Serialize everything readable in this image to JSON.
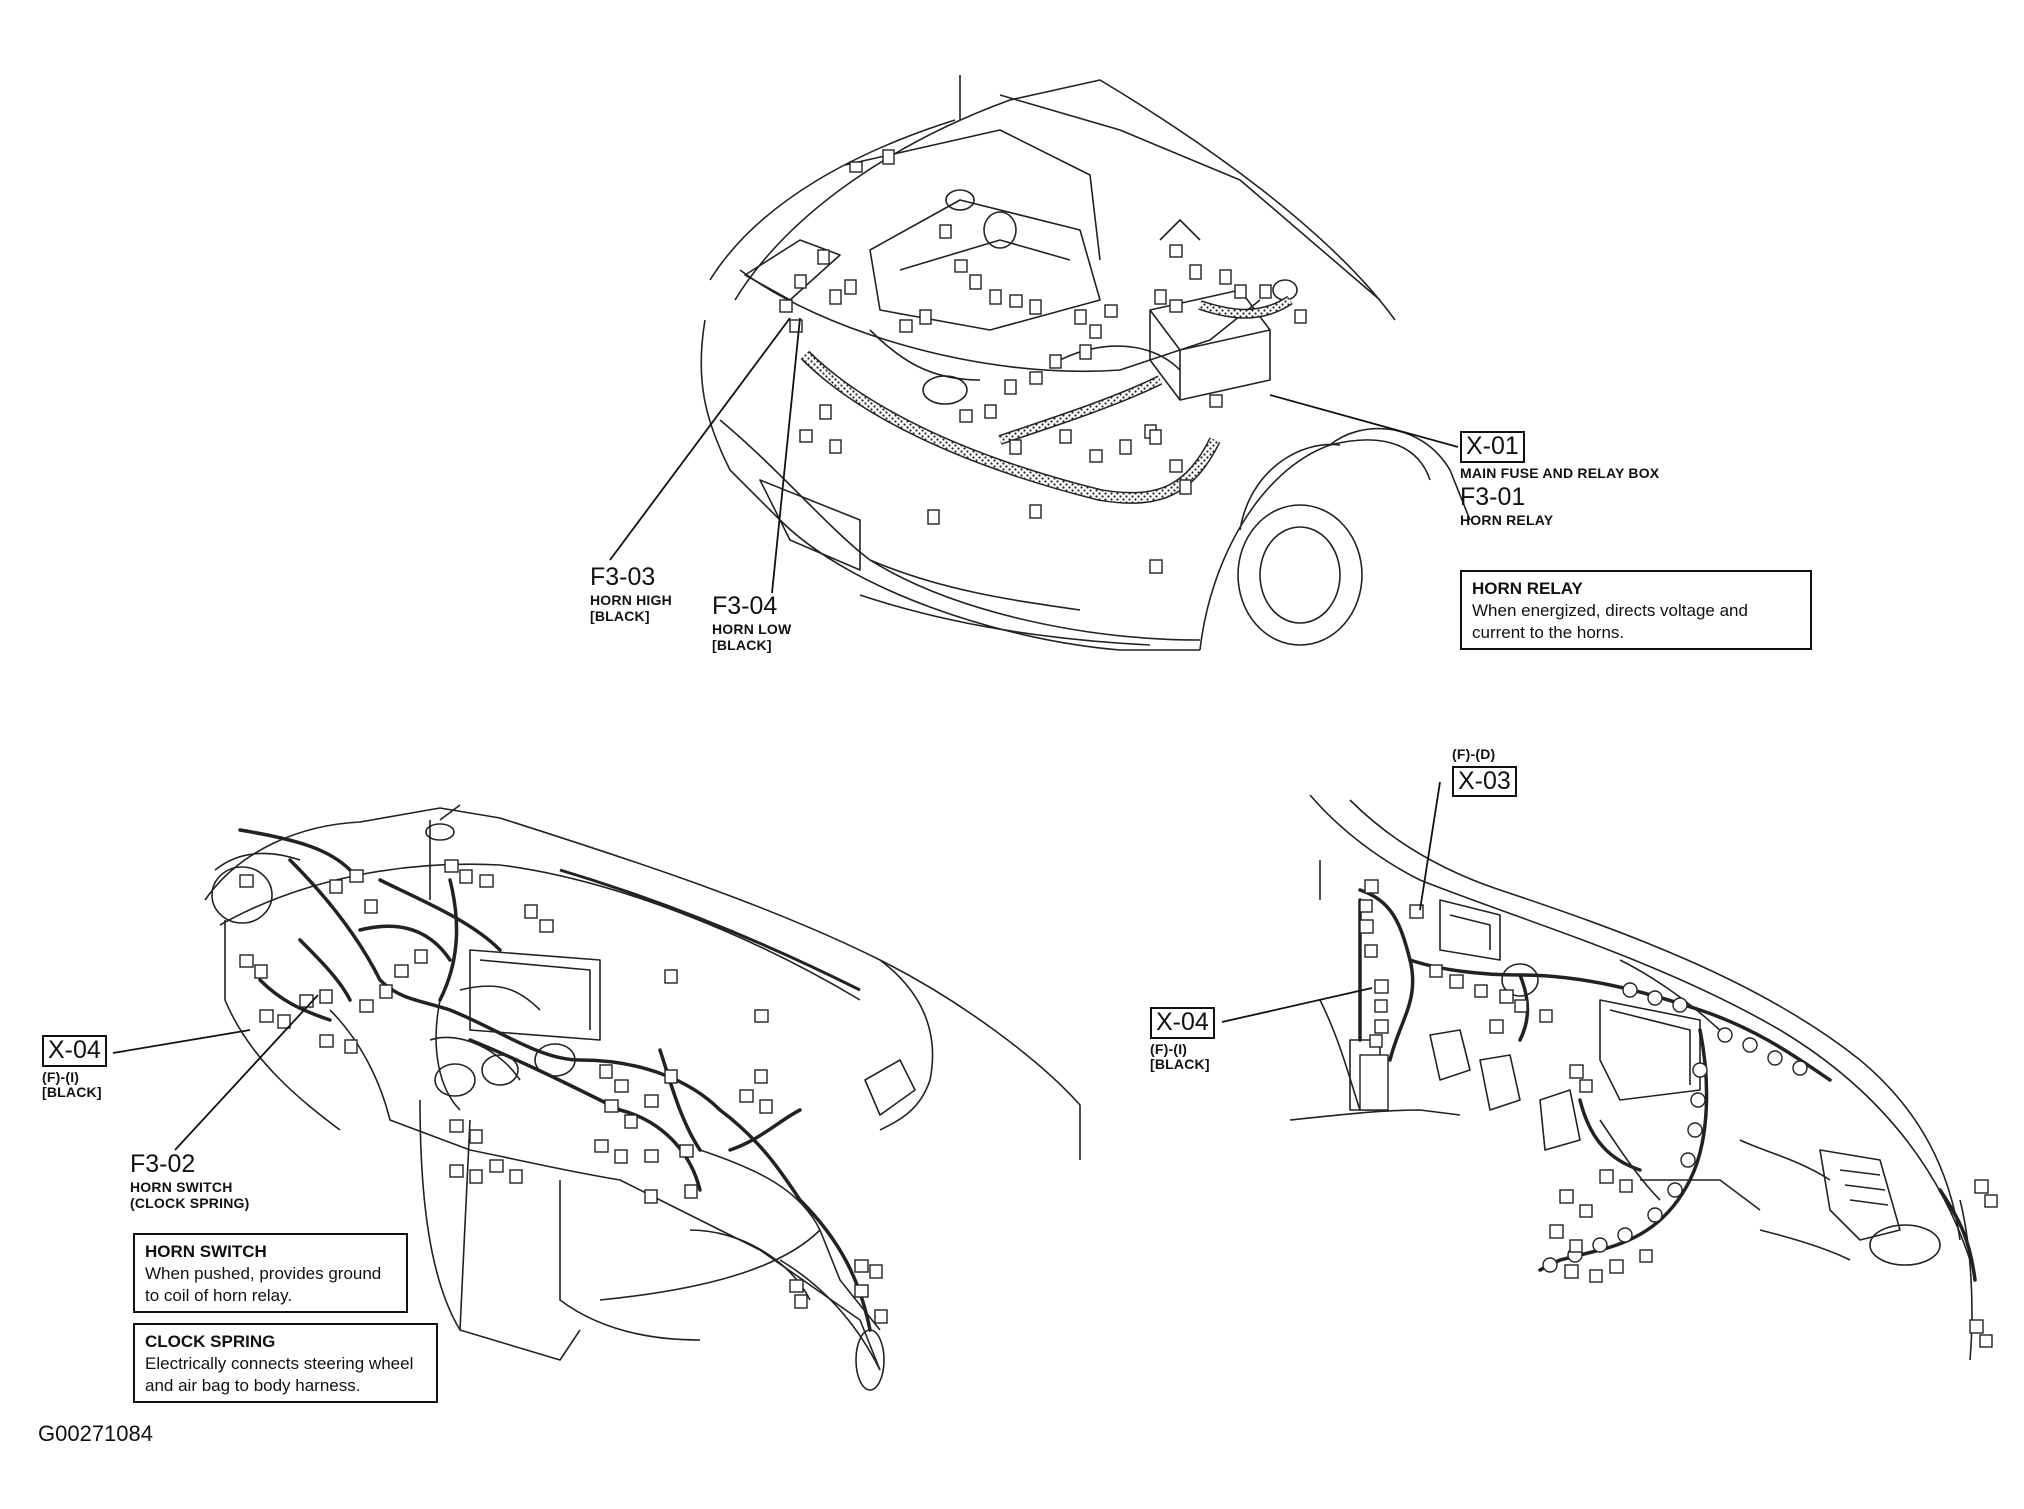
{
  "callouts": {
    "x01": {
      "code": "X-01",
      "desc": "MAIN FUSE AND RELAY BOX"
    },
    "f301": {
      "code": "F3-01",
      "desc": "HORN RELAY"
    },
    "f303": {
      "code": "F3-03",
      "desc": "HORN HIGH",
      "color": "[BLACK]"
    },
    "f304": {
      "code": "F3-04",
      "desc": "HORN LOW",
      "color": "[BLACK]"
    },
    "x04_left": {
      "code": "X-04",
      "loc": "(F)-(I)",
      "color": "[BLACK]"
    },
    "f302": {
      "code": "F3-02",
      "desc": "HORN SWITCH",
      "desc2": "(CLOCK SPRING)"
    },
    "x03": {
      "code": "X-03",
      "loc": "(F)-(D)"
    },
    "x04_right": {
      "code": "X-04",
      "loc": "(F)-(I)",
      "color": "[BLACK]"
    }
  },
  "info_boxes": {
    "horn_relay": {
      "title": "HORN RELAY",
      "line1": "When energized, directs voltage and",
      "line2": "current to the horns."
    },
    "horn_switch": {
      "title": "HORN SWITCH",
      "line1": "When pushed, provides ground",
      "line2": "to coil of horn relay."
    },
    "clock_spring": {
      "title": "CLOCK SPRING",
      "line1": "Electrically connects steering wheel",
      "line2": "and air bag to body harness."
    }
  },
  "figure_id": "G00271084"
}
